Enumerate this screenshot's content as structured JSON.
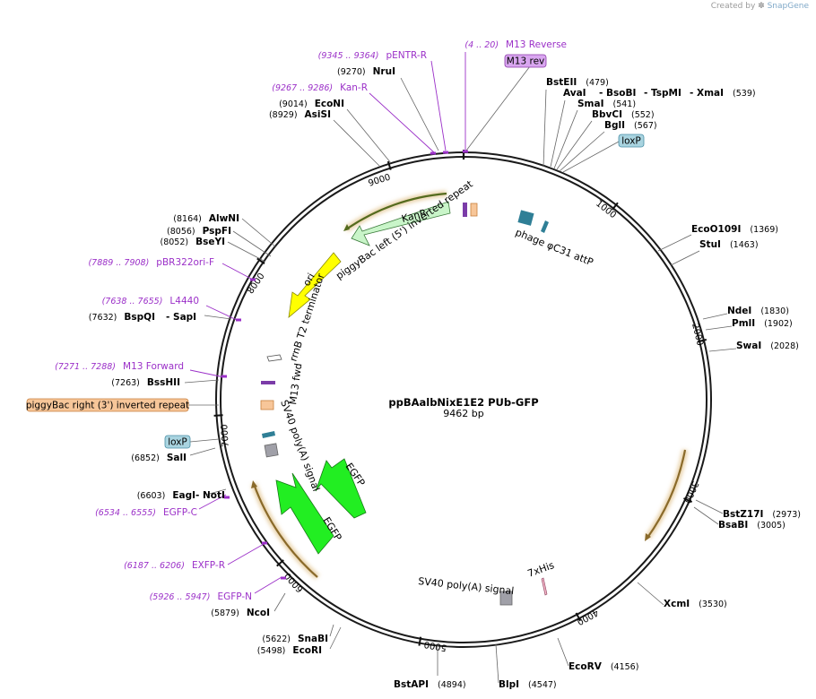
{
  "watermark": {
    "prefix": "Created by",
    "brand": "SnapGene"
  },
  "plasmid": {
    "name": "ppBAalbNixE1E2 PUb-GFP",
    "length_label": "9462 bp",
    "length_bp": 9462
  },
  "ticks": [
    "1000",
    "2000",
    "3000",
    "4000",
    "5000",
    "6000",
    "7000",
    "8000",
    "9000"
  ],
  "sites": [
    {
      "name": "BstEII",
      "pos": "(479)"
    },
    {
      "name": "AvaI",
      "pos": ""
    },
    {
      "name": "- BsoBI",
      "pos": ""
    },
    {
      "name": "- TspMI",
      "pos": ""
    },
    {
      "name": "- XmaI",
      "pos": "(539)"
    },
    {
      "name": "SmaI",
      "pos": "(541)"
    },
    {
      "name": "BbvCI",
      "pos": "(552)"
    },
    {
      "name": "BglI",
      "pos": "(567)"
    },
    {
      "name": "EcoO109I",
      "pos": "(1369)"
    },
    {
      "name": "StuI",
      "pos": "(1463)"
    },
    {
      "name": "NdeI",
      "pos": "(1830)"
    },
    {
      "name": "PmlI",
      "pos": "(1902)"
    },
    {
      "name": "SwaI",
      "pos": "(2028)"
    },
    {
      "name": "BstZ17I",
      "pos": "(2973)"
    },
    {
      "name": "BsaBI",
      "pos": "(3005)"
    },
    {
      "name": "XcmI",
      "pos": "(3530)"
    },
    {
      "name": "EcoRV",
      "pos": "(4156)"
    },
    {
      "name": "BlpI",
      "pos": "(4547)"
    },
    {
      "name": "BstAPI",
      "pos": "(4894)"
    },
    {
      "name": "EcoRI",
      "pos": "(5498)"
    },
    {
      "name": "SnaBI",
      "pos": "(5622)"
    },
    {
      "name": "NcoI",
      "pos": "(5879)"
    },
    {
      "name": "EagI",
      "pos": "(6603)"
    },
    {
      "name": "- NotI",
      "pos": ""
    },
    {
      "name": "SalI",
      "pos": "(6852)"
    },
    {
      "name": "BssHII",
      "pos": "(7263)"
    },
    {
      "name": "BspQI",
      "pos": "(7632)"
    },
    {
      "name": "- SapI",
      "pos": ""
    },
    {
      "name": "BseYI",
      "pos": "(8052)"
    },
    {
      "name": "PspFI",
      "pos": "(8056)"
    },
    {
      "name": "AlwNI",
      "pos": "(8164)"
    },
    {
      "name": "AsiSI",
      "pos": "(8929)"
    },
    {
      "name": "EcoNI",
      "pos": "(9014)"
    },
    {
      "name": "NruI",
      "pos": "(9270)"
    }
  ],
  "primers": [
    {
      "name": "M13 Reverse",
      "pos": "(4 .. 20)"
    },
    {
      "name": "pENTR-R",
      "pos": "(9345 .. 9364)"
    },
    {
      "name": "Kan-R",
      "pos": "(9267 .. 9286)"
    },
    {
      "name": "pBR322ori-F",
      "pos": "(7889 .. 7908)"
    },
    {
      "name": "L4440",
      "pos": "(7638 .. 7655)"
    },
    {
      "name": "M13 Forward",
      "pos": "(7271 .. 7288)"
    },
    {
      "name": "EGFP-C",
      "pos": "(6534 .. 6555)"
    },
    {
      "name": "EXFP-R",
      "pos": "(6187 .. 6206)"
    },
    {
      "name": "EGFP-N",
      "pos": "(5926 .. 5947)"
    }
  ],
  "pills": [
    {
      "label": "M13 rev",
      "color": "#d9a6f0",
      "border": "#8a3aa8"
    },
    {
      "label": "loxP",
      "color": "#a9d4e0",
      "border": "#4a8fa6"
    },
    {
      "label": "loxP",
      "color": "#a9d4e0",
      "border": "#4a8fa6"
    },
    {
      "label": "piggyBac right (3') inverted repeat",
      "color": "#f7c699",
      "border": "#c87f3c"
    }
  ],
  "features": [
    {
      "label": "KanR"
    },
    {
      "label": "piggyBac left (5') inverted repeat"
    },
    {
      "label": "phage φC31 attP"
    },
    {
      "label": "ori"
    },
    {
      "label": "rrnB T2 terminator"
    },
    {
      "label": "M13 fwd"
    },
    {
      "label": "SV40 poly(A) signal"
    },
    {
      "label": "EGFP"
    },
    {
      "label": "EGFP"
    },
    {
      "label": "SV40 poly(A) signal"
    },
    {
      "label": "7xHis"
    }
  ],
  "colors": {
    "backbone": "#1a1a1a",
    "primer": "#9b30c8",
    "kanr_fill": "#c9f5c9",
    "ori_fill": "#ffff00",
    "egfp_fill": "#22ee22",
    "orf_fill": "#d4a85a",
    "attp_fill": "#2f7f96",
    "orange_feature": "#f7c699",
    "gray_feature": "#a0a0a8"
  }
}
